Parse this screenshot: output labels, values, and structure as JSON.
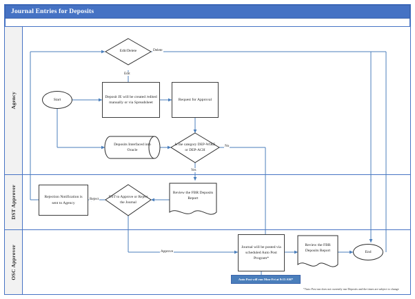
{
  "window": {
    "title": "Journal Entries for Deposits"
  },
  "theme": {
    "header_blue": "#4572c4",
    "connector_blue": "#4a7ebb",
    "note_blue": "#4a7ebb",
    "lane_label_bg": "#f2f2f2",
    "shape_outline": "#3b3b3b",
    "page_bg": "#ffffff"
  },
  "lanes": [
    {
      "label": "Agency"
    },
    {
      "label": "DST Approver"
    },
    {
      "label": "OSC Approver"
    }
  ],
  "nodes": {
    "edit_delete_decision": "Edit/Delete",
    "start": "Start",
    "create_je": "Deposit JE will be created /edited manually or via Spreadsheet",
    "request_approval": "Request for Approval",
    "deposits_interfaced": "Deposits Interfaced into Oracle",
    "category_decision": "Is the category DEP-WIRE or DEP-ACH",
    "rejection_notification": "Rejection Notification is sent to Agency",
    "dst_decision": "DST to Approve or Reject the Journal",
    "review_fbr_dst": "Review the FBR Deposits Report",
    "journal_posted": "Journal will be posted via scheduled Auto Post Program*",
    "review_fbr_osc": "Review the FBR Deposits Report",
    "end": "End"
  },
  "edge_labels": {
    "delete": "Delete",
    "edit": "Edit",
    "category_no": "No",
    "category_yes": "Yes",
    "reject": "Reject",
    "approve": "Approve"
  },
  "annotations": {
    "auto_post_note": "Auto Post will run Mon-Fri at 9:15 AM*",
    "footnote": "*Auto Post run does not currently run Deposits and the times are subject to change"
  }
}
